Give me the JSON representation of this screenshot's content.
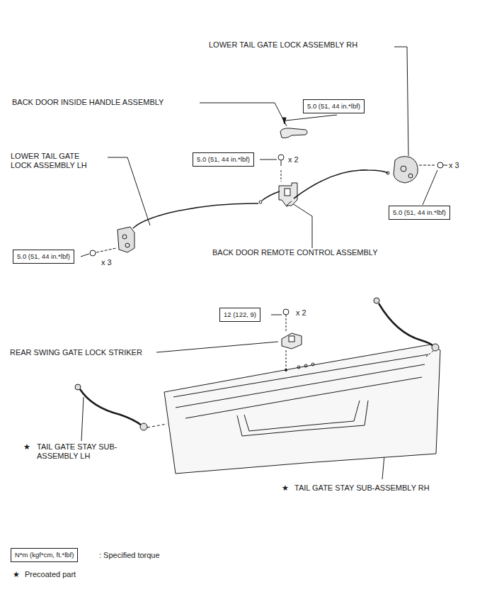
{
  "diagram": {
    "nodes": [
      {
        "text": [
          "5.0 (51, 44 in.*lbf)"
        ]
      },
      {
        "text": [
          "5.0 (51, 44 in.*lbf)"
        ]
      },
      {
        "text": [
          "5.0 (51, 44 in.*lbf)"
        ]
      },
      {
        "text": [
          "5.0 (51, 44 in.*lbf)"
        ]
      },
      {
        "text": [
          "12 (122, 9)"
        ]
      },
      {
        "text": [
          "N*m (kgf*cm, ft.*lbf)"
        ]
      }
    ],
    "edges": [],
    "labels": [
      "LOWER TAIL GATE LOCK ASSEMBLY RH",
      "BACK DOOR INSIDE HANDLE ASSEMBLY",
      "x 2",
      "LOWER TAIL GATE LOCK ASSEMBLY LH",
      "x 3",
      "x 3",
      "BACK DOOR REMOTE CONTROL ASSEMBLY",
      "x 2",
      "REAR SWING GATE LOCK STRIKER",
      "★",
      "TAIL GATE STAY SUB-ASSEMBLY LH",
      "★",
      "TAIL GATE STAY SUB-ASSEMBLY RH",
      ": Specified torque",
      "★",
      "Precoated part"
    ]
  }
}
